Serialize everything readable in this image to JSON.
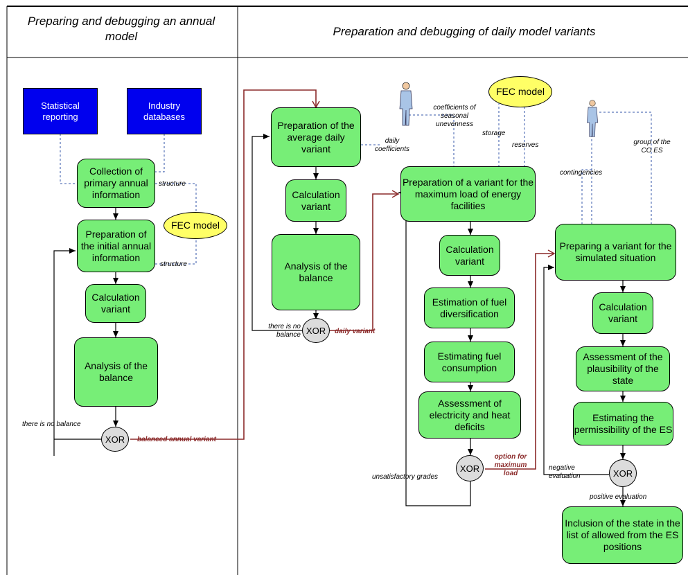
{
  "columns": {
    "left_header": "Preparing and debugging an annual model",
    "right_header": "Preparation and debugging of daily model variants"
  },
  "nodes": {
    "statistical_reporting": "Statistical reporting",
    "industry_databases": "Industry databases",
    "collection_primary": "Collection of primary annual information",
    "fec_model_1": "FEC model",
    "preparation_initial": "Preparation of the initial annual information",
    "calc_variant_1": "Calculation variant",
    "analysis_balance_1": "Analysis of the balance",
    "xor_1": "XOR",
    "preparation_average_daily": "Preparation of the average daily variant",
    "calc_variant_2": "Calculation variant",
    "analysis_balance_2": "Analysis of the balance",
    "xor_2": "XOR",
    "fec_model_2": "FEC model",
    "preparation_max_load": "Preparation of a variant for the maximum load of energy facilities",
    "calc_variant_3": "Calculation variant",
    "estimation_fuel_div": "Estimation of fuel diversification",
    "estimating_fuel_cons": "Estimating fuel consumption",
    "assessment_deficits": "Assessment of electricity and heat deficits",
    "xor_3": "XOR",
    "preparing_simulated": "Preparing a variant for the simulated situation",
    "calc_variant_4": "Calculation variant",
    "assessment_plausibility": "Assessment of the plausibility of the state",
    "estimating_permissibility": "Estimating the permissibility of the ES",
    "xor_4": "XOR",
    "inclusion_state": "Inclusion of the state in the list of allowed from the ES positions"
  },
  "labels": {
    "structure_1": "structure",
    "structure_2": "structure",
    "no_balance_1": "there is no balance",
    "balanced_annual": "balanced annual variant",
    "no_balance_2": "there is no balance",
    "daily_variant": "daily variant",
    "daily_coefficients": "daily coefficients",
    "coeff_seasonal": "coefficients of seasonal unevenness",
    "storage": "storage",
    "reserves": "reserves",
    "contingencies": "contingencies",
    "group_co_es": "group of the CO ES",
    "unsatisfactory": "unsatisfactory grades",
    "option_max": "option for maximum load",
    "negative_eval": "negative evaluation",
    "positive_eval": "positive evaluation"
  },
  "colors": {
    "task_fill": "#77ee77",
    "source_fill": "#0000ee",
    "model_fill": "#ffff66",
    "gateway_fill": "#dcdcdc",
    "flow_red": "#8b2a2a",
    "association_blue": "#3355aa",
    "actor_fill": "#a9c4e6"
  }
}
